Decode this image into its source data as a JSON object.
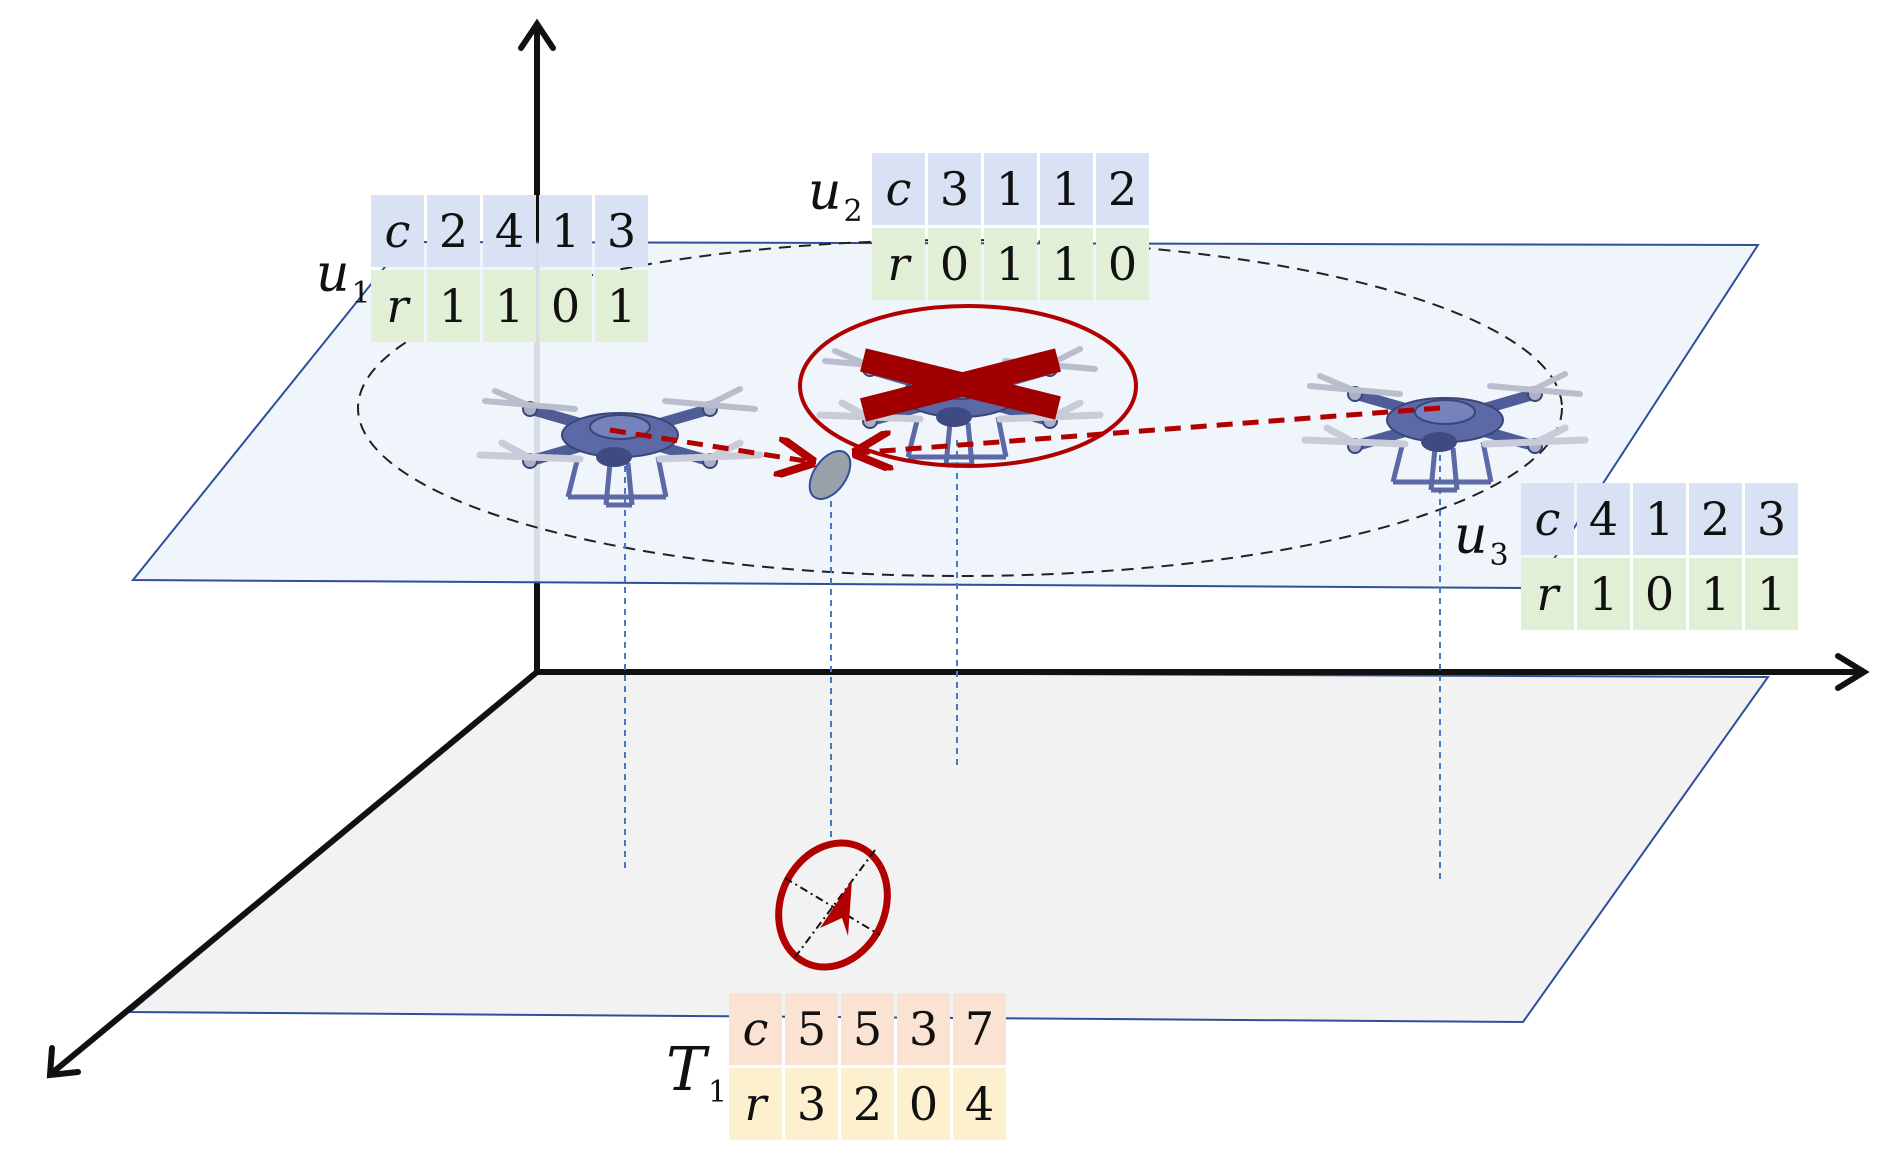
{
  "uavs": [
    {
      "id": "u1",
      "label": "u",
      "sub": "1",
      "c_key": "c",
      "r_key": "r",
      "c": [
        "2",
        "4",
        "1",
        "3"
      ],
      "r": [
        "1",
        "1",
        "0",
        "1"
      ],
      "failed": false
    },
    {
      "id": "u2",
      "label": "u",
      "sub": "2",
      "c_key": "c",
      "r_key": "r",
      "c": [
        "3",
        "1",
        "1",
        "2"
      ],
      "r": [
        "0",
        "1",
        "1",
        "0"
      ],
      "failed": true
    },
    {
      "id": "u3",
      "label": "u",
      "sub": "3",
      "c_key": "c",
      "r_key": "r",
      "c": [
        "4",
        "1",
        "2",
        "3"
      ],
      "r": [
        "1",
        "0",
        "1",
        "1"
      ],
      "failed": false
    }
  ],
  "target": {
    "label": "T",
    "sub": "1",
    "c_key": "c",
    "r_key": "r",
    "c": [
      "5",
      "5",
      "3",
      "7"
    ],
    "r": [
      "3",
      "2",
      "0",
      "4"
    ]
  },
  "colors": {
    "uav_plane_fill": "#eef3fb",
    "ground_plane_fill": "#f2f2f2",
    "plane_edge": "#2e4f9b",
    "failure_red": "#b00000",
    "drone_body": "#5b6aa6",
    "axis": "#111111",
    "dashed_guide": "#4a78c2"
  },
  "icons": [
    "drone-icon",
    "failure-cross-icon",
    "target-marker-icon",
    "relay-point-icon"
  ]
}
